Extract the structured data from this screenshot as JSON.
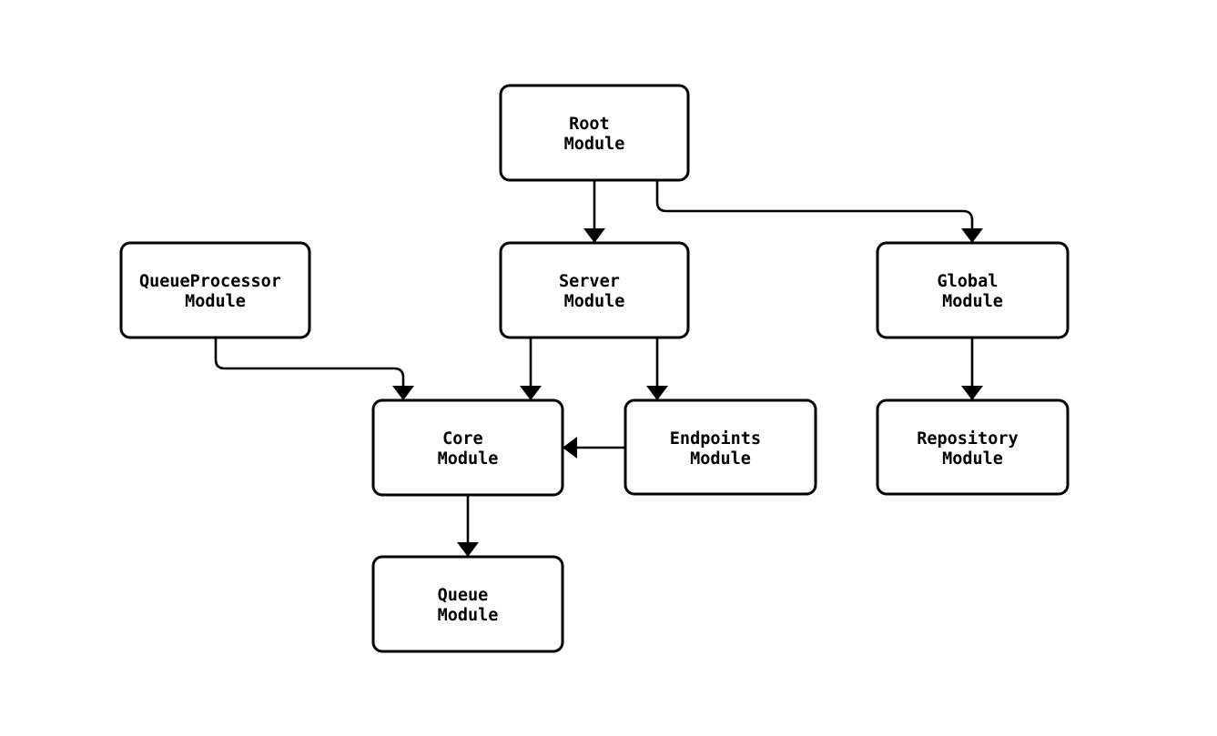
{
  "diagram": {
    "type": "flowchart",
    "background_color": "#ffffff",
    "node_fill_color": "#ffffff",
    "node_border_color": "#000000",
    "edge_color": "#000000",
    "text_color": "#000000",
    "nodes": {
      "root": {
        "line1": "Root",
        "line2": "Module"
      },
      "queueprocessor": {
        "line1": "QueueProcessor",
        "line2": "Module"
      },
      "server": {
        "line1": "Server",
        "line2": "Module"
      },
      "global": {
        "line1": "Global",
        "line2": "Module"
      },
      "core": {
        "line1": "Core",
        "line2": "Module"
      },
      "endpoints": {
        "line1": "Endpoints",
        "line2": "Module"
      },
      "repository": {
        "line1": "Repository",
        "line2": "Module"
      },
      "queue": {
        "line1": "Queue",
        "line2": "Module"
      }
    },
    "edges": [
      {
        "from": "Root Module",
        "to": "Server Module"
      },
      {
        "from": "Root Module",
        "to": "Global Module"
      },
      {
        "from": "QueueProcessor Module",
        "to": "Core Module"
      },
      {
        "from": "Server Module",
        "to": "Core Module"
      },
      {
        "from": "Server Module",
        "to": "Endpoints Module"
      },
      {
        "from": "Endpoints Module",
        "to": "Core Module"
      },
      {
        "from": "Global Module",
        "to": "Repository Module"
      },
      {
        "from": "Core Module",
        "to": "Queue Module"
      }
    ]
  }
}
